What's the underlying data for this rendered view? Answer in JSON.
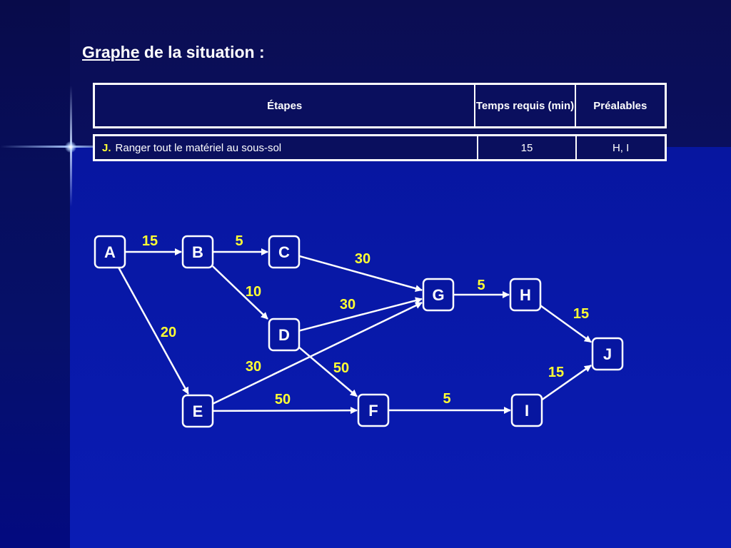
{
  "title": {
    "underlined": "Graphe",
    "rest": " de la situation :"
  },
  "table": {
    "headers": [
      "Étapes",
      "Temps requis (min)",
      "Préalables"
    ],
    "row": {
      "tag": "J.",
      "task": "Ranger tout le matériel au sous-sol",
      "time": "15",
      "prereq": "H, I"
    }
  },
  "graph": {
    "nodes": [
      "A",
      "B",
      "C",
      "D",
      "E",
      "F",
      "G",
      "H",
      "I",
      "J"
    ],
    "edges": [
      {
        "from": "A",
        "to": "B",
        "weight": "15"
      },
      {
        "from": "B",
        "to": "C",
        "weight": "5"
      },
      {
        "from": "C",
        "to": "G",
        "weight": "30"
      },
      {
        "from": "B",
        "to": "D",
        "weight": "10"
      },
      {
        "from": "D",
        "to": "G",
        "weight": "30"
      },
      {
        "from": "A",
        "to": "E",
        "weight": "20"
      },
      {
        "from": "E",
        "to": "G",
        "weight": "30"
      },
      {
        "from": "D",
        "to": "F",
        "weight": "50"
      },
      {
        "from": "E",
        "to": "F",
        "weight": "50"
      },
      {
        "from": "G",
        "to": "H",
        "weight": "5"
      },
      {
        "from": "F",
        "to": "I",
        "weight": "5"
      },
      {
        "from": "H",
        "to": "J",
        "weight": "15"
      },
      {
        "from": "I",
        "to": "J",
        "weight": "15"
      }
    ]
  }
}
